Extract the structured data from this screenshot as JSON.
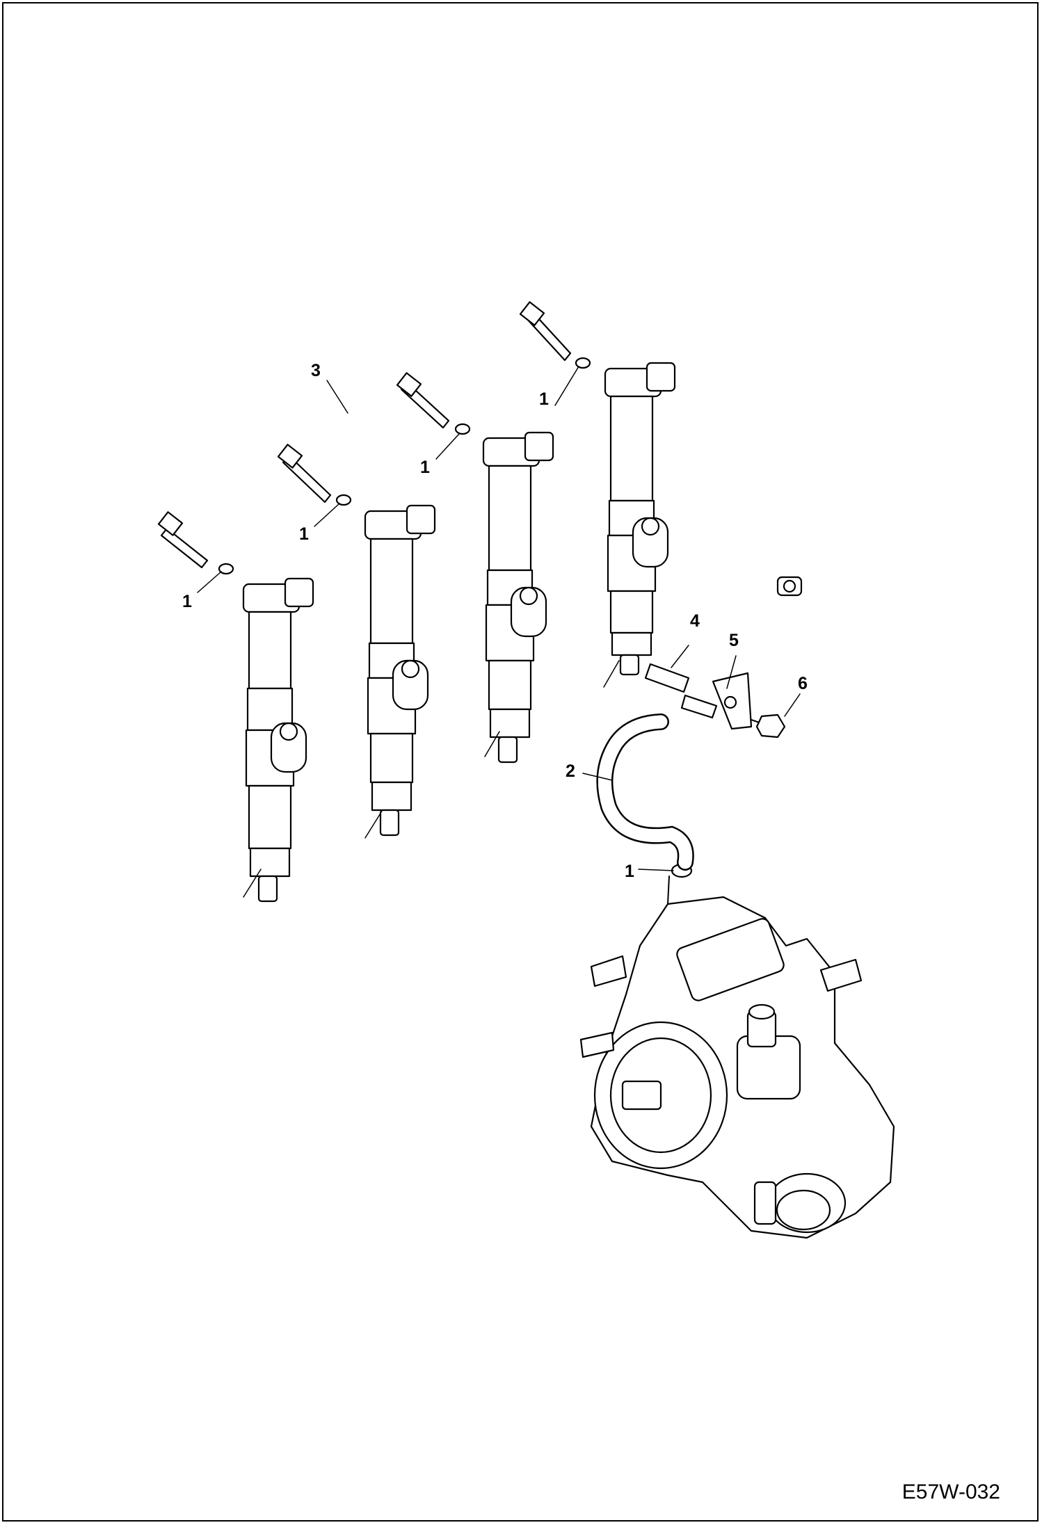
{
  "figure_id": "E57W-032",
  "callouts": [
    {
      "label": "1"
    },
    {
      "label": "1"
    },
    {
      "label": "1"
    },
    {
      "label": "1"
    },
    {
      "label": "1"
    },
    {
      "label": "2"
    },
    {
      "label": "3"
    },
    {
      "label": "4"
    },
    {
      "label": "5"
    },
    {
      "label": "6"
    }
  ]
}
